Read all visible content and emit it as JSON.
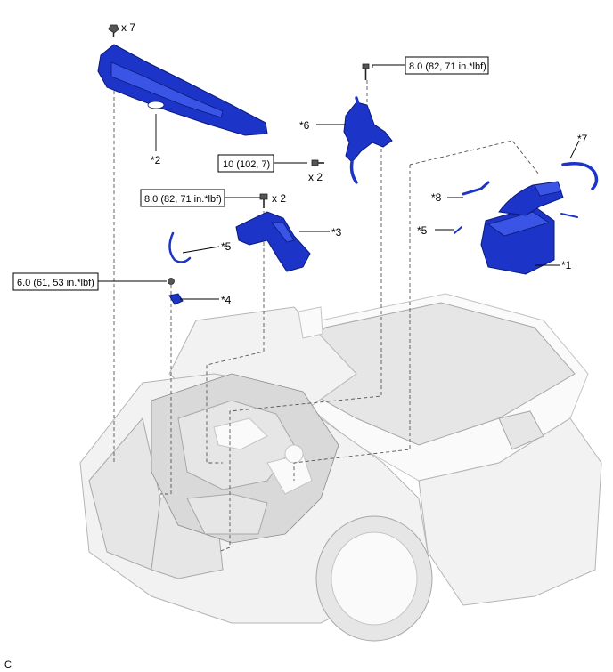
{
  "callouts": {
    "c1": "*1",
    "c2": "*2",
    "c3": "*3",
    "c4": "*4",
    "c5a": "*5",
    "c5b": "*5",
    "c6": "*6",
    "c7": "*7",
    "c8": "*8"
  },
  "quantities": {
    "clips_x7": "x 7",
    "bolts_x2_a": "x 2",
    "bolts_x2_b": "x 2"
  },
  "torques": {
    "t_8_0_top": "8.0 (82, 71 in.*lbf)",
    "t_10": "10 (102, 7)",
    "t_8_0_mid": "8.0 (82, 71 in.*lbf)",
    "t_6_0": "6.0 (61, 53 in.*lbf)"
  },
  "corner_code": "C",
  "colors": {
    "part_blue": "#1c34c8",
    "car_gray": "#f2f2f2"
  }
}
